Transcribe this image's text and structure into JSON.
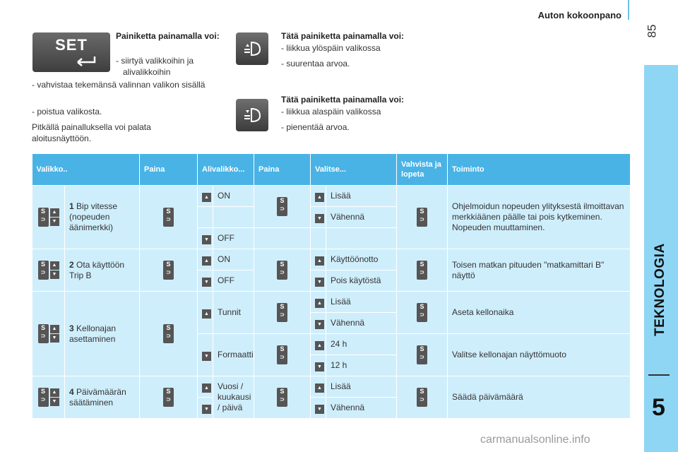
{
  "header": {
    "title": "Auton kokoonpano",
    "page_number": "85"
  },
  "side": {
    "label": "TEKNOLOGIA",
    "chapter": "5"
  },
  "set_panel": {
    "button_label": "SET",
    "heading": "Painiketta painamalla voi:",
    "items": [
      "- siirtyä valikkoihin ja alivalikkoihin",
      "- vahvistaa tekemänsä valinnan valikon sisällä",
      "- poistua valikosta."
    ],
    "note": "Pitkällä painalluksella voi palata aloitusnäyttöön."
  },
  "up_panel": {
    "heading": "Tätä painiketta painamalla voi:",
    "items": [
      "- liikkua ylöspäin valikossa",
      "- suurentaa arvoa."
    ]
  },
  "down_panel": {
    "heading": "Tätä painiketta painamalla voi:",
    "items": [
      "- liikkua alaspäin valikossa",
      "- pienentää arvoa."
    ]
  },
  "table": {
    "headers": [
      "Valikko..",
      "Paina",
      "Alivalikko...",
      "Paina",
      "Valitse...",
      "Vahvista ja lopeta",
      "Toiminto"
    ],
    "s": "S",
    "up": "▲",
    "down": "▼",
    "rows": [
      {
        "num": "1",
        "menu": "Bip vitesse (nopeuden äänimerkki)",
        "sub": [
          "ON",
          "",
          "OFF"
        ],
        "select": [
          "Lisää",
          "Vähennä"
        ],
        "function": "Ohjelmoidun nopeuden ylityksestä ilmoittavan merkkiäänen päälle tai pois kytkeminen. Nopeuden muuttaminen."
      },
      {
        "num": "2",
        "menu": "Ota käyttöön Trip B",
        "sub": [
          "ON",
          "OFF"
        ],
        "select": [
          "Käyttöönotto",
          "Pois käytöstä"
        ],
        "function": "Toisen matkan pituuden \"matkamittari B\" näyttö"
      },
      {
        "num": "3",
        "menu": "Kellonajan asettaminen",
        "sub": [
          "Tunnit",
          "Formaatti"
        ],
        "select": [
          "Lisää",
          "Vähennä",
          "24 h",
          "12 h"
        ],
        "function": [
          "Aseta kellonaika",
          "Valitse kellonajan näyttömuoto"
        ]
      },
      {
        "num": "4",
        "menu": "Päivämäärän säätäminen",
        "sub": [
          "Vuosi / kuukausi / päivä"
        ],
        "select": [
          "Lisää",
          "Vähennä"
        ],
        "function": "Säädä päivämäärä"
      }
    ]
  },
  "watermark": "carmanualsonline.info"
}
